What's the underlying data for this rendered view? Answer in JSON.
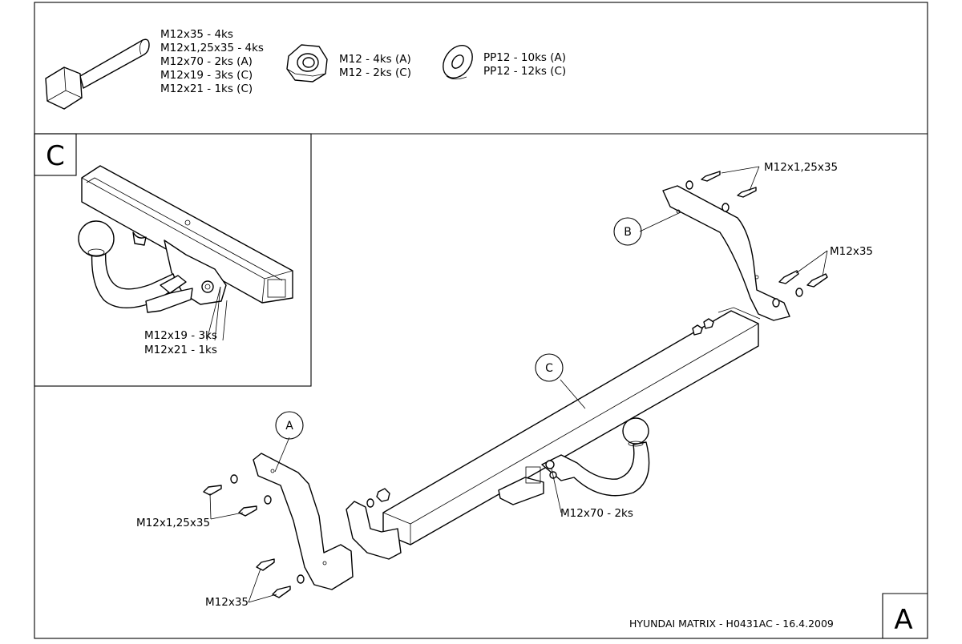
{
  "hardware": {
    "bolt_lines": [
      "M12x35 - 4ks",
      "M12x1,25x35 - 4ks",
      "M12x70 - 2ks (A)",
      "M12x19 - 3ks (C)",
      "M12x21 - 1ks (C)"
    ],
    "nut_lines": [
      "M12 - 4ks (A)",
      "M12 - 2ks (C)"
    ],
    "washer_lines": [
      "PP12 - 10ks (A)",
      "PP12 - 12ks (C)"
    ]
  },
  "detail_view": {
    "letter": "C",
    "callouts": [
      "M12x19 - 3ks",
      "M12x21 - 1ks"
    ]
  },
  "main_view": {
    "callouts": {
      "right_top_bolts": "M12x1,25x35",
      "right_mid_bolts": "M12x35",
      "left_top_bolts": "M12x1,25x35",
      "left_bottom_bolts": "M12x35",
      "ball_bolts": "M12x70 - 2ks"
    },
    "circles": {
      "bracket_right": "B",
      "bracket_left": "A",
      "crossbar": "C"
    }
  },
  "title_block": {
    "text": "HYUNDAI MATRIX - H0431AC - 16.4.2009",
    "sheet_letter": "A"
  }
}
